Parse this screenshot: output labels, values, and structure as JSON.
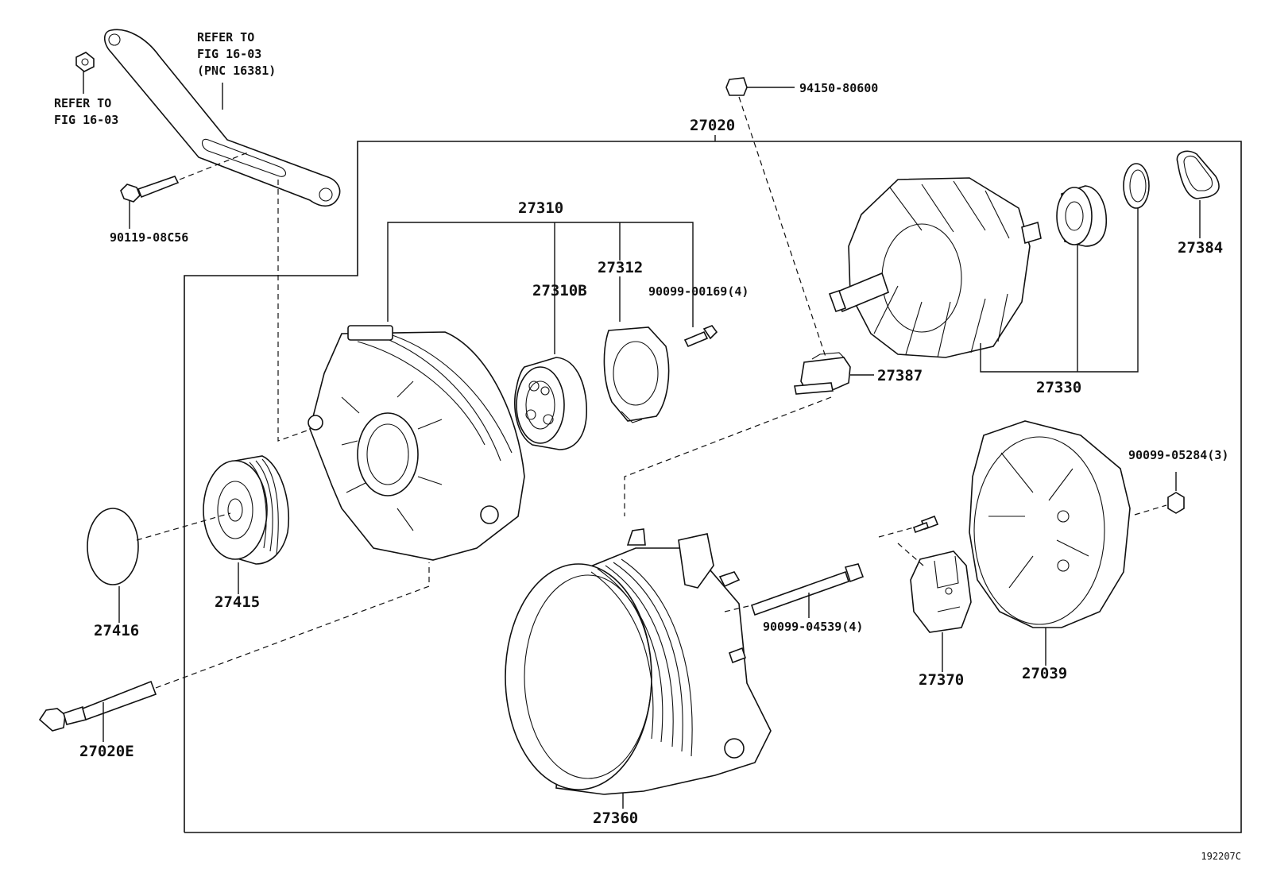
{
  "labels": {
    "refer_bracket_1": "REFER TO",
    "refer_bracket_2": "FIG 16-03",
    "refer_bracket_3": "(PNC 16381)",
    "refer_nut_1": "REFER TO",
    "refer_nut_2": "FIG 16-03",
    "bolt_top": "90119-08C56",
    "assembly": "27020",
    "nut_top": "94150-80600",
    "frame_set": "27310",
    "bearing": "27310B",
    "retainer": "27312",
    "screw_retainer": "90099-00169(4)",
    "insulator": "27387",
    "rotor_set": "27330",
    "cover_seal": "27384",
    "nut_right": "90099-05284(3)",
    "pulley": "27415",
    "cap": "27416",
    "through_bolt": "90099-04539(4)",
    "regulator": "27370",
    "rear_cover": "27039",
    "long_bolt": "27020E",
    "stator_housing": "27360"
  },
  "footer": {
    "ref_code": "192207C"
  }
}
